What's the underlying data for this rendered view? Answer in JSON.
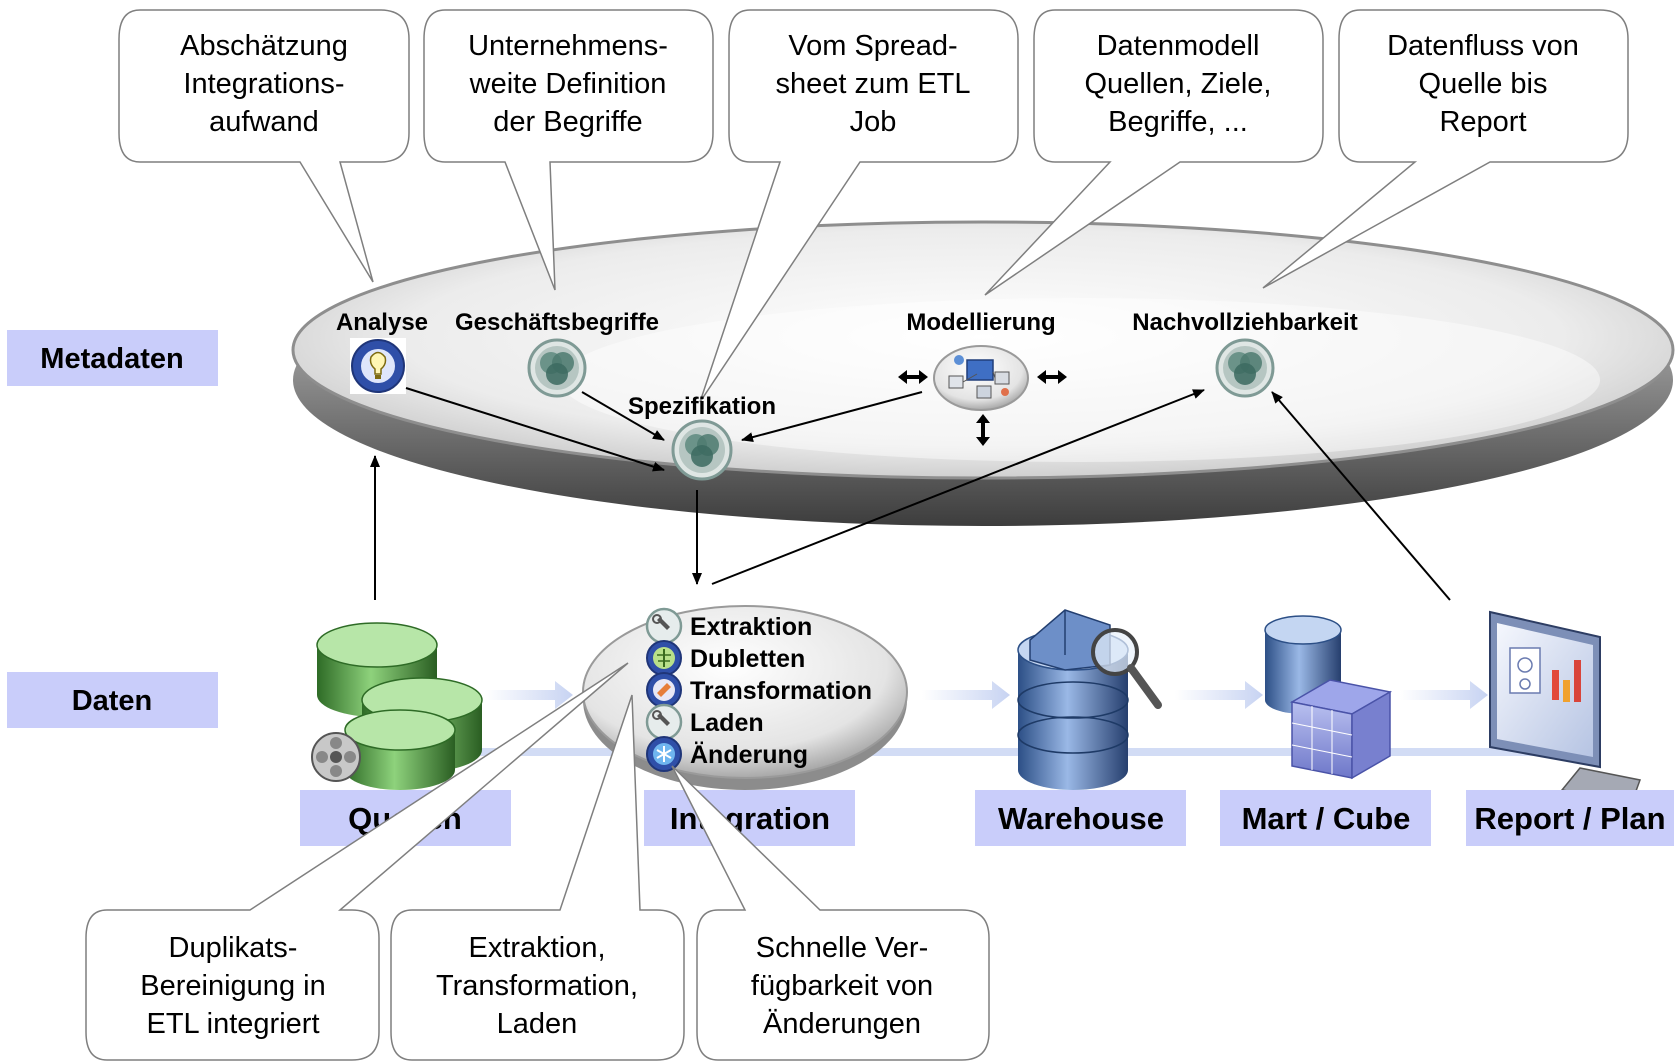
{
  "side_labels": {
    "metadata": "Metadaten",
    "data": "Daten"
  },
  "top_callouts": [
    [
      "Abschätzung",
      "Integrations-",
      "aufwand"
    ],
    [
      "Unternehmens-",
      "weite Definition",
      "der Begriffe"
    ],
    [
      "Vom Spread-",
      "sheet zum ETL",
      "Job"
    ],
    [
      "Datenmodell",
      "Quellen, Ziele,",
      "Begriffe, ..."
    ],
    [
      "Datenfluss von",
      "Quelle bis",
      "Report"
    ]
  ],
  "bottom_callouts": [
    [
      "Duplikats-",
      "Bereinigung in",
      "ETL integriert"
    ],
    [
      "Extraktion,",
      "Transformation,",
      "Laden"
    ],
    [
      "Schnelle Ver-",
      "fügbarkeit von",
      "Änderungen"
    ]
  ],
  "metadata_nodes": {
    "analyse": "Analyse",
    "geschaeftsbegriffe": "Geschäftsbegriffe",
    "modellierung": "Modellierung",
    "nachvollziehbarkeit": "Nachvollziehbarkeit",
    "spezifikation": "Spezifikation"
  },
  "integration_steps": [
    "Extraktion",
    "Dubletten",
    "Transformation",
    "Laden",
    "Änderung"
  ],
  "stages": [
    "Quellen",
    "Integration",
    "Warehouse",
    "Mart / Cube",
    "Report / Plan"
  ],
  "icons": {
    "analyse": "lightbulb-icon",
    "term": "venn-diagram-icon",
    "modellierung": "model-diagram-icon",
    "extraktion": "wrench-icon",
    "dubletten": "tree-icon",
    "transformation": "transform-icon",
    "laden": "wrench-icon",
    "aenderung": "snowflake-icon",
    "quellen": "database-icon",
    "warehouse": "warehouse-database-icon",
    "mart": "cube-icon",
    "report": "monitor-report-icon"
  },
  "colors": {
    "label_box": "#c9cdfa",
    "platter": "#e2e2e2",
    "icon_ring": "#7f9a95",
    "flow_arrow": "#c7d3f2"
  }
}
